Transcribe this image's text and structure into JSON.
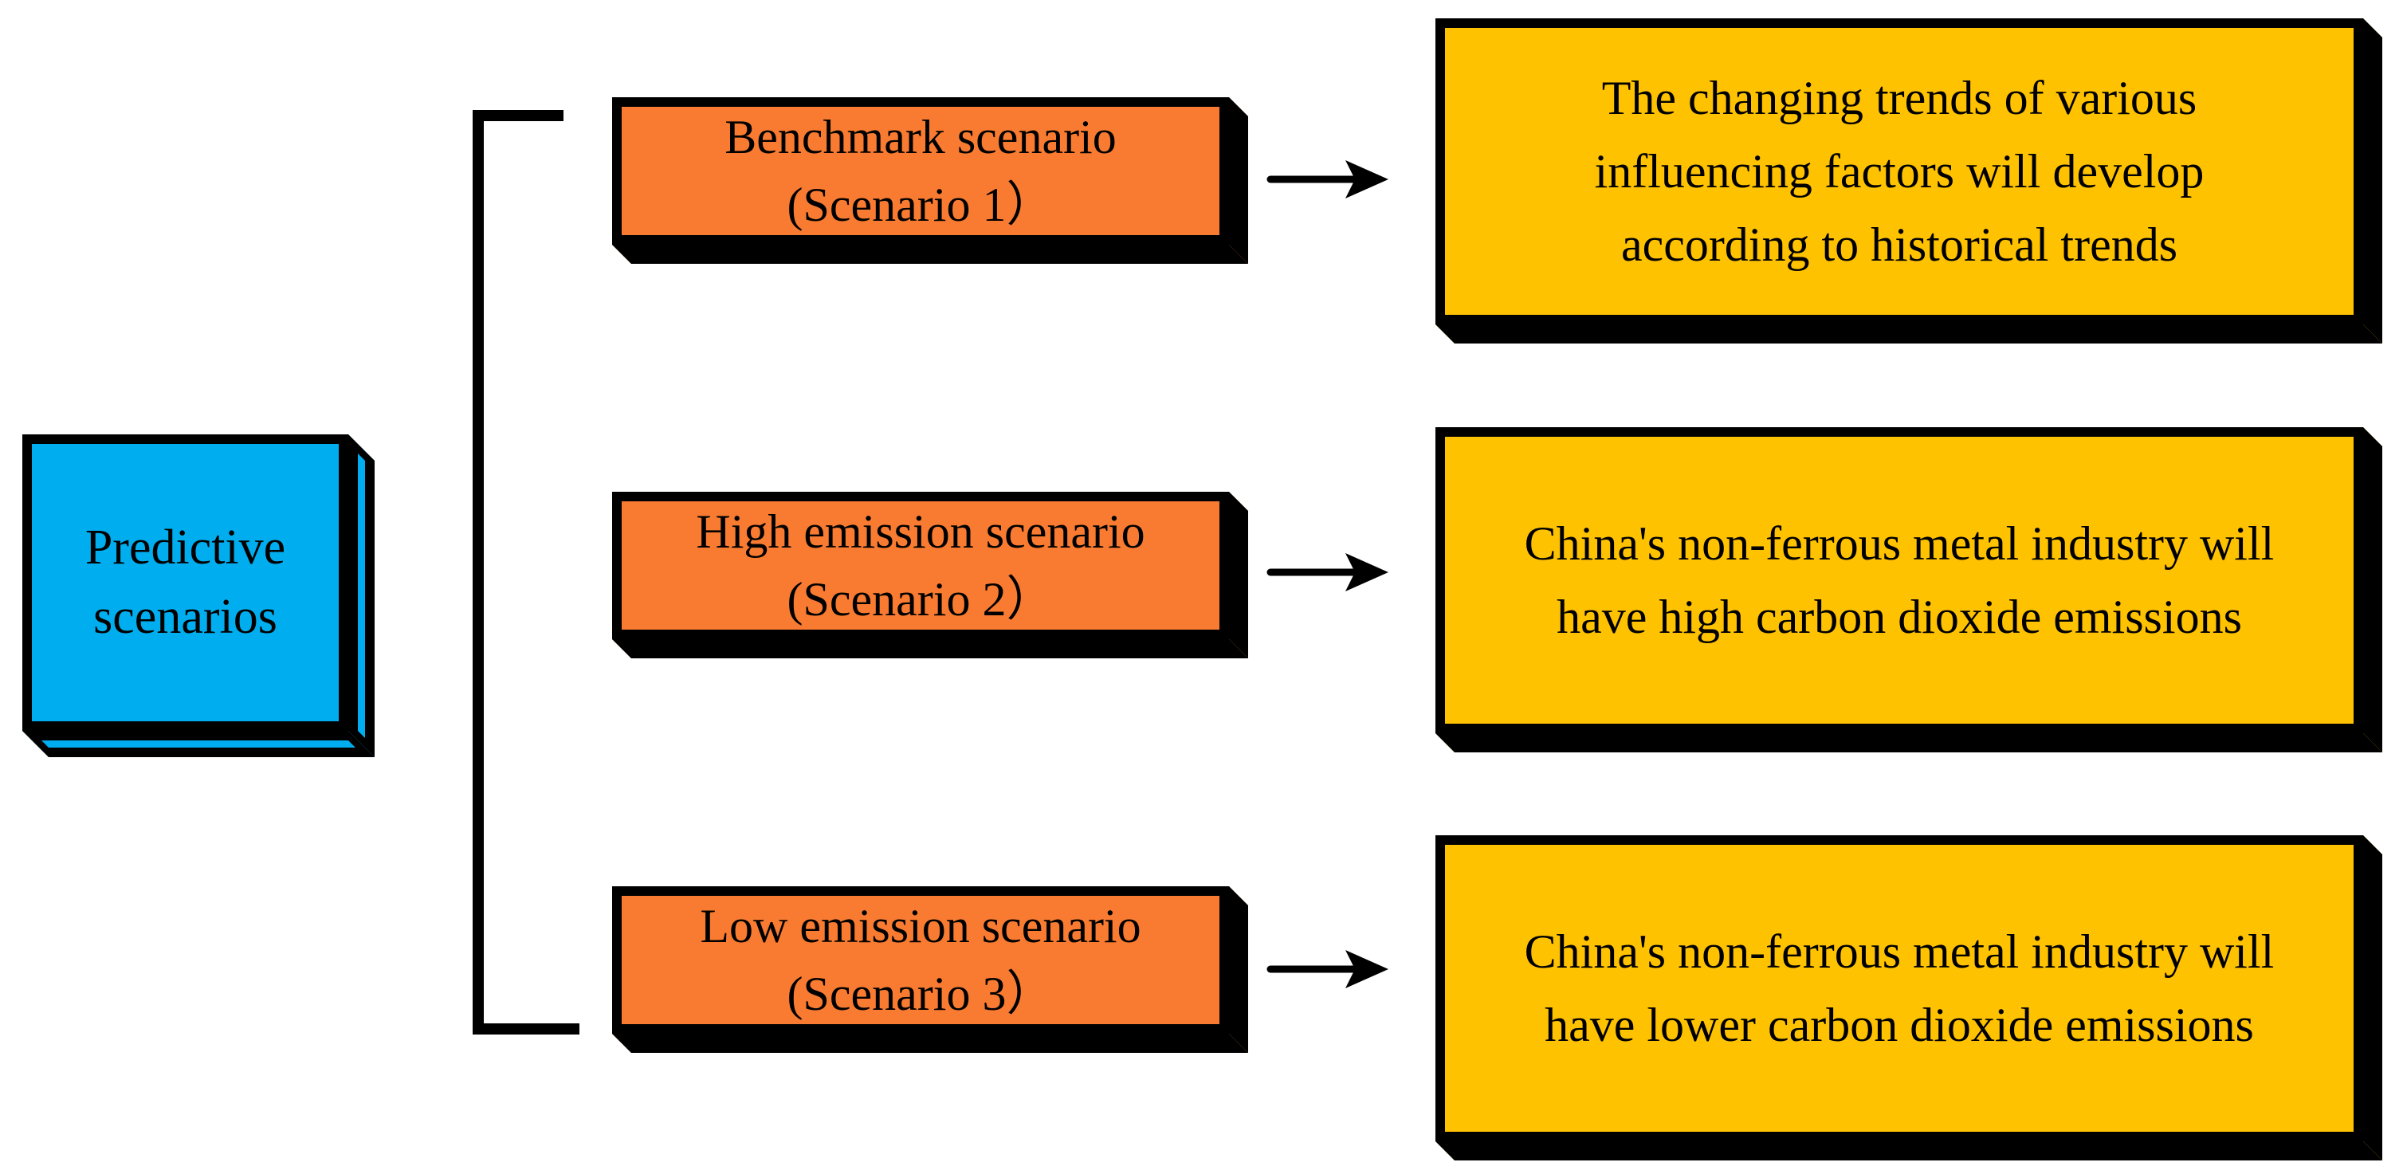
{
  "colors": {
    "canvas_white": "#FFFFFF",
    "node_blue": "#00AEEF",
    "scenario_orange": "#F97B31",
    "outcome_yellow": "#FFC200",
    "outline_black": "#000000",
    "arrow_black": "#000000"
  },
  "root": {
    "line1": "Predictive",
    "line2": "scenarios"
  },
  "scenarios": [
    {
      "title": "Benchmark scenario",
      "subtitle": "(Scenario 1）",
      "outcome_lines": [
        "The changing trends of various",
        "influencing factors will develop",
        "according to historical trends"
      ]
    },
    {
      "title": "High emission scenario",
      "subtitle": "(Scenario 2）",
      "outcome_lines": [
        "China's non-ferrous metal industry will",
        "have high carbon dioxide emissions"
      ]
    },
    {
      "title": "Low emission scenario",
      "subtitle": "(Scenario 3）",
      "outcome_lines": [
        "China's non-ferrous metal industry will",
        "have lower carbon dioxide emissions"
      ]
    }
  ]
}
